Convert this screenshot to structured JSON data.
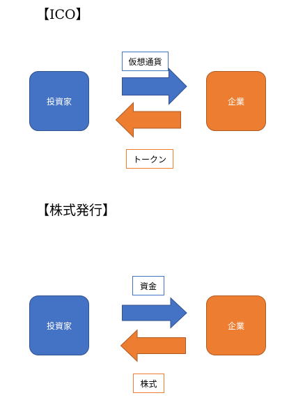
{
  "sections": [
    {
      "heading": "【ICO】",
      "left_node": "投資家",
      "right_node": "企業",
      "top_label": "仮想通貨",
      "bottom_label": "トークン"
    },
    {
      "heading": "【株式発行】",
      "left_node": "投資家",
      "right_node": "企業",
      "top_label": "資金",
      "bottom_label": "株式"
    }
  ],
  "colors": {
    "blue": "#4472c4",
    "blue_border": "#2f528f",
    "orange": "#ed7d31",
    "orange_border": "#ae5a21"
  }
}
